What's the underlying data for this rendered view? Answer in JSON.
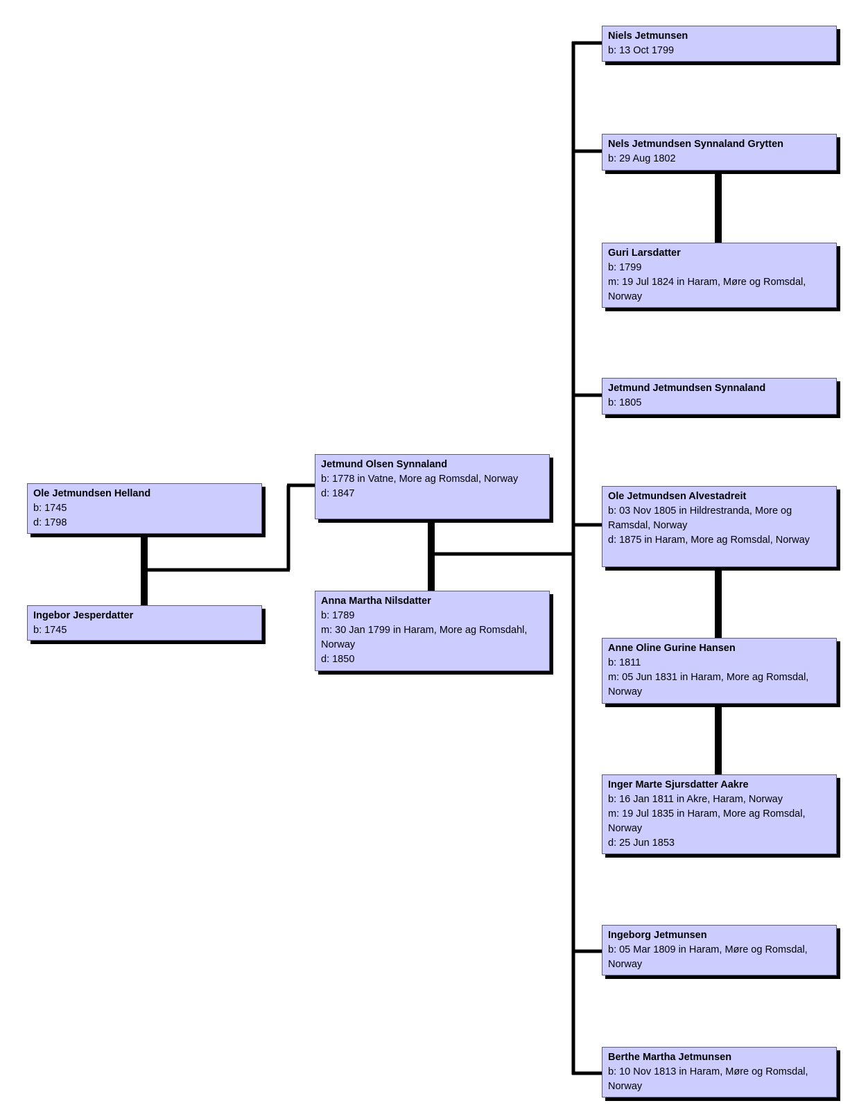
{
  "people": {
    "ole_helland": {
      "name": "Ole Jetmundsen Helland",
      "facts": [
        "b: 1745",
        "d: 1798"
      ]
    },
    "ingebor": {
      "name": "Ingebor Jesperdatter",
      "facts": [
        "b: 1745"
      ]
    },
    "jetmund_olsen": {
      "name": "Jetmund Olsen Synnaland",
      "facts": [
        "b: 1778 in Vatne, More ag Romsdal, Norway",
        "d: 1847"
      ]
    },
    "anna_martha": {
      "name": "Anna Martha Nilsdatter",
      "facts": [
        "b: 1789",
        "m: 30 Jan 1799 in Haram, More ag Romsdahl, Norway",
        "d: 1850"
      ]
    },
    "niels": {
      "name": "Niels Jetmunsen",
      "facts": [
        "b: 13 Oct 1799"
      ]
    },
    "nels": {
      "name": "Nels Jetmundsen Synnaland Grytten",
      "facts": [
        "b: 29 Aug 1802"
      ]
    },
    "guri": {
      "name": "Guri Larsdatter",
      "facts": [
        "b: 1799",
        "m: 19 Jul 1824 in Haram, Møre og Romsdal, Norway"
      ]
    },
    "jetmund_j": {
      "name": "Jetmund Jetmundsen Synnaland",
      "facts": [
        "b: 1805"
      ]
    },
    "ole_alvestadreit": {
      "name": "Ole Jetmundsen Alvestadreit",
      "facts": [
        "b: 03 Nov 1805 in Hildrestranda, More og Ramsdal, Norway",
        "d: 1875 in Haram, More ag Romsdal, Norway"
      ]
    },
    "anne_oline": {
      "name": "Anne Oline Gurine Hansen",
      "facts": [
        "b: 1811",
        "m: 05 Jun 1831 in Haram, More ag Romsdal, Norway"
      ]
    },
    "inger_marte": {
      "name": "Inger Marte Sjursdatter Aakre",
      "facts": [
        "b: 16 Jan 1811 in Akre, Haram, Norway",
        "m: 19 Jul 1835 in Haram, More ag Romsdal, Norway",
        "d: 25 Jun 1853"
      ]
    },
    "ingeborg": {
      "name": "Ingeborg Jetmunsen",
      "facts": [
        "b: 05 Mar 1809 in Haram, Møre og Romsdal, Norway"
      ]
    },
    "berthe": {
      "name": "Berthe Martha Jetmunsen",
      "facts": [
        "b: 10 Nov 1813 in Haram, Møre og Romsdal, Norway"
      ]
    }
  },
  "colors": {
    "box_fill": "#ccccff",
    "box_shadow": "#000000",
    "connector": "#000000"
  }
}
